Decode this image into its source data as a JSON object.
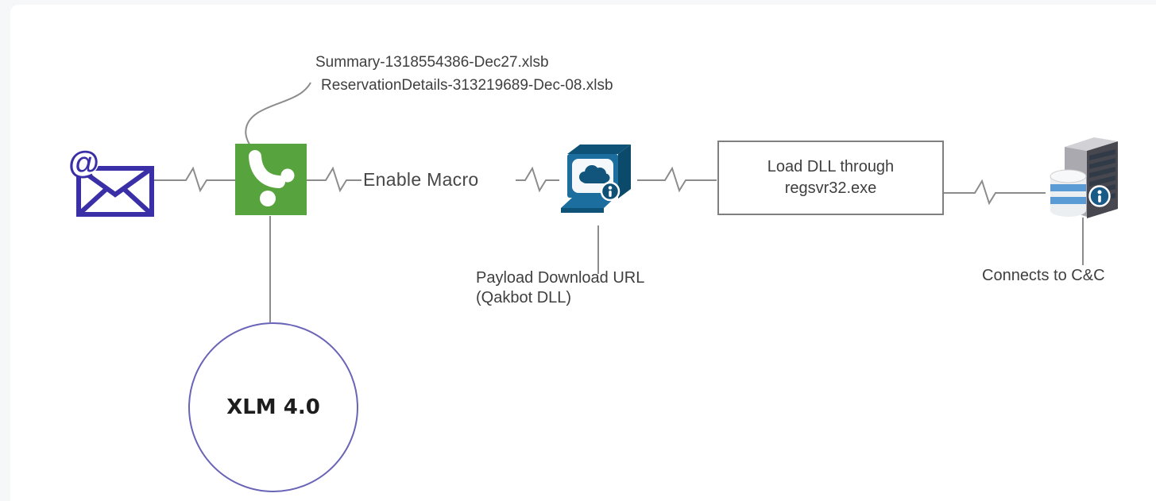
{
  "labels": {
    "attachment_filenames": {
      "line1": "Summary-1318554386-Dec27.xlsb",
      "line2": "ReservationDetails-313219689-Dec-08.xlsb"
    },
    "enable_macro": "Enable Macro",
    "payload": {
      "line1": "Payload Download URL",
      "line2": "(Qakbot DLL)"
    },
    "load_dll": {
      "line1": "Load DLL through",
      "line2": "regsvr32.exe"
    },
    "connects_cc": "Connects to C&C",
    "xlm": "XLM 4.0",
    "email_at": "@"
  },
  "icons": {
    "email": "email-envelope-icon",
    "attachment": "excel-file-icon",
    "computer": "computer-cloud-info-icon",
    "server": "server-database-info-icon"
  },
  "colors": {
    "envelope_indigo": "#3a2fa6",
    "excel_green": "#57a33e",
    "computer_blue": "#1b6e9e",
    "computer_blue_dark": "#0e5377",
    "cloud_blue": "#11557c",
    "info_badge_blue": "#155a85",
    "server_body_dark": "#47474f",
    "server_side_gray": "#a9a9af",
    "db_stripe_blue": "#5b9bd5",
    "connector_gray": "#8c8c8c",
    "node_box_border": "#7f7f7f",
    "xlm_circle_stroke": "#6a64b8",
    "text_gray": "#3f3f3f"
  }
}
